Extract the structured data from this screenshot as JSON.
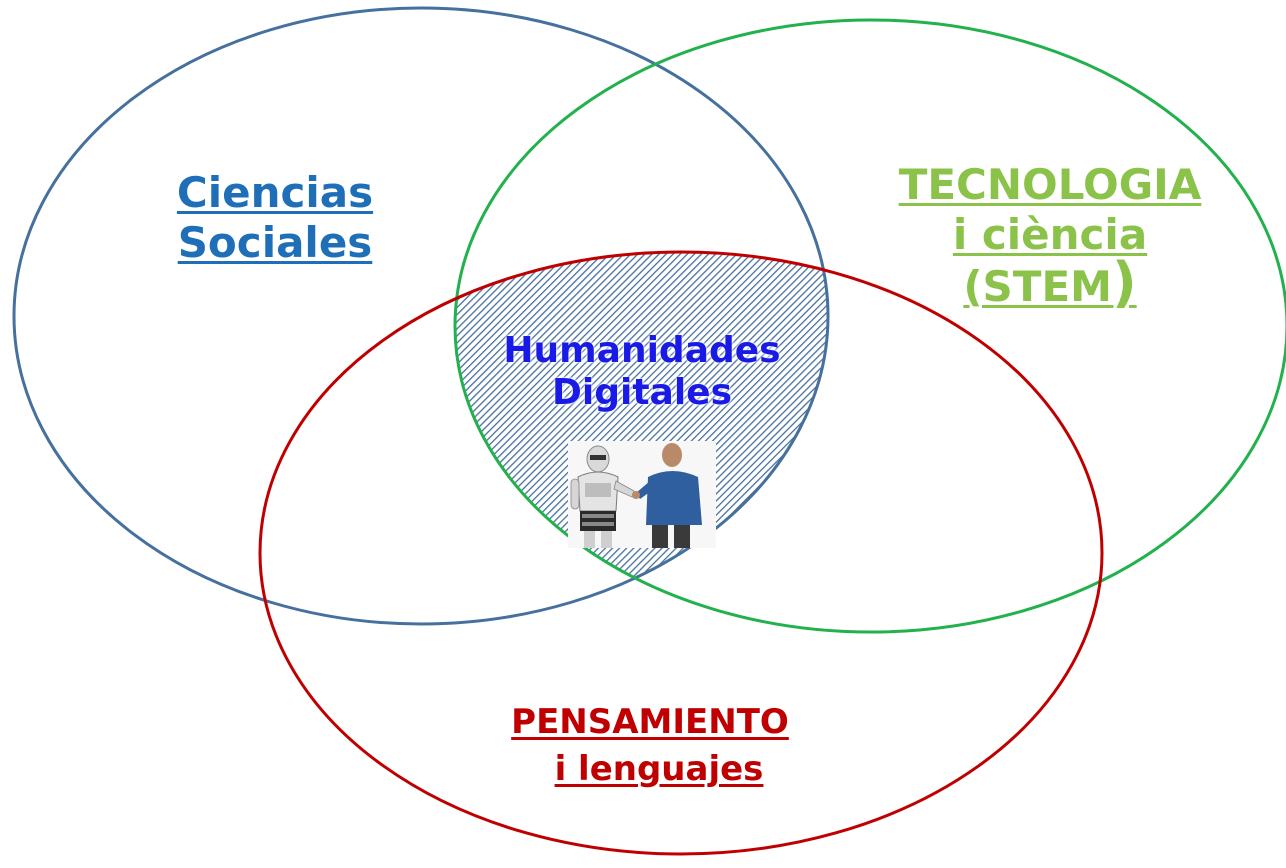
{
  "diagram": {
    "sets": [
      {
        "key": "social",
        "lines": [
          "Ciencias",
          "Sociales"
        ],
        "color": "#1f6fb8",
        "stroke": "#46709e"
      },
      {
        "key": "tech",
        "lines": [
          "TECNOLOGIA",
          "i ciència",
          "(STEM",
          ")"
        ],
        "color": "#8bc34a",
        "stroke": "#22b14c"
      },
      {
        "key": "think",
        "lines": [
          "PENSAMIENTO",
          "i lenguajes"
        ],
        "color": "#c00000",
        "stroke": "#c00000"
      }
    ],
    "intersection": {
      "lines": [
        "Humanidades",
        "Digitales"
      ],
      "color": "#1a1ae6",
      "fill_pattern": "diagonal-hatch",
      "hatch_color": "#46709e",
      "image": "robot-shaking-hands-with-man-photo"
    }
  }
}
